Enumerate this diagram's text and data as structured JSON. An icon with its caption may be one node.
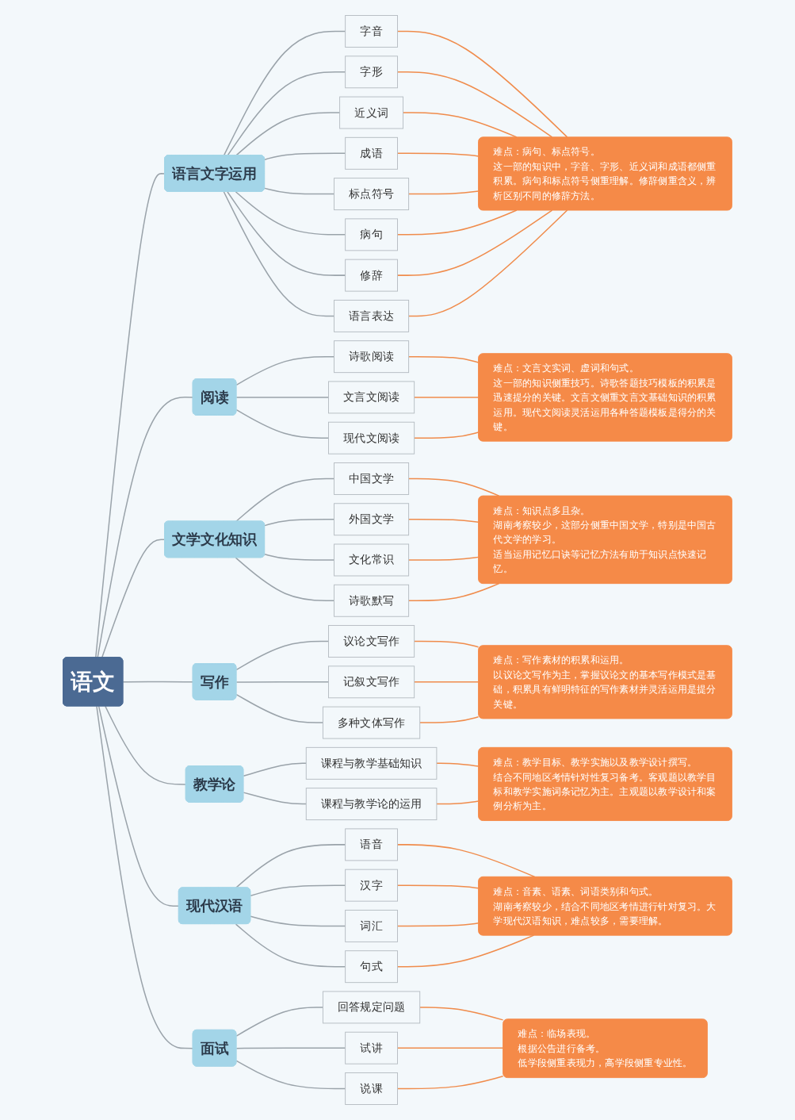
{
  "diagram": {
    "nodes": [
      {
        "text": [
          "语文"
        ]
      },
      {
        "text": [
          "语言文字运用"
        ]
      },
      {
        "text": [
          "字音"
        ]
      },
      {
        "text": [
          "字形"
        ]
      },
      {
        "text": [
          "近义词"
        ]
      },
      {
        "text": [
          "成语"
        ]
      },
      {
        "text": [
          "标点符号"
        ]
      },
      {
        "text": [
          "病句"
        ]
      },
      {
        "text": [
          "修辞"
        ]
      },
      {
        "text": [
          "语言表达"
        ]
      },
      {
        "text": [
          "难点：病句、标点符号。",
          "这一部的知识中，字音、字形、近义词和成语都侧重积累。病句和标点符号侧重理解。修辞侧重含义，辨析区别不同的修辞方法。"
        ]
      },
      {
        "text": [
          "阅读"
        ]
      },
      {
        "text": [
          "诗歌阅读"
        ]
      },
      {
        "text": [
          "文言文阅读"
        ]
      },
      {
        "text": [
          "现代文阅读"
        ]
      },
      {
        "text": [
          "难点：文言文实词、虚词和句式。",
          "这一部的知识侧重技巧。诗歌答题技巧模板的积累是迅速提分的关键。文言文侧重文言文基础知识的积累运用。现代文阅读灵活运用各种答题模板是得分的关键。"
        ]
      },
      {
        "text": [
          "文学文化知识"
        ]
      },
      {
        "text": [
          "中国文学"
        ]
      },
      {
        "text": [
          "外国文学"
        ]
      },
      {
        "text": [
          "文化常识"
        ]
      },
      {
        "text": [
          "诗歌默写"
        ]
      },
      {
        "text": [
          "难点：知识点多且杂。",
          "湖南考察较少，这部分侧重中国文学，特别是中国古代文学的学习。",
          "适当运用记忆口诀等记忆方法有助于知识点快速记忆。"
        ]
      },
      {
        "text": [
          "写作"
        ]
      },
      {
        "text": [
          "议论文写作"
        ]
      },
      {
        "text": [
          "记叙文写作"
        ]
      },
      {
        "text": [
          "多种文体写作"
        ]
      },
      {
        "text": [
          "难点：写作素材的积累和运用。",
          "以议论文写作为主，掌握议论文的基本写作模式是基础，积累具有鲜明特征的写作素材并灵活运用是提分关键。"
        ]
      },
      {
        "text": [
          "教学论"
        ]
      },
      {
        "text": [
          "课程与教学基础知识"
        ]
      },
      {
        "text": [
          "课程与教学论的运用"
        ]
      },
      {
        "text": [
          "难点：教学目标、教学实施以及教学设计撰写。",
          "结合不同地区考情针对性复习备考。客观题以教学目标和教学实施词条记忆为主。主观题以教学设计和案例分析为主。"
        ]
      },
      {
        "text": [
          "现代汉语"
        ]
      },
      {
        "text": [
          "语音"
        ]
      },
      {
        "text": [
          "汉字"
        ]
      },
      {
        "text": [
          "词汇"
        ]
      },
      {
        "text": [
          "句式"
        ]
      },
      {
        "text": [
          "难点：音素、语素、词语类别和句式。",
          "湖南考察较少，结合不同地区考情进行针对复习。大学现代汉语知识，难点较多，需要理解。"
        ]
      },
      {
        "text": [
          "面试"
        ]
      },
      {
        "text": [
          "回答规定问题"
        ]
      },
      {
        "text": [
          "试讲"
        ]
      },
      {
        "text": [
          "说课"
        ]
      },
      {
        "text": [
          "难点：临场表现。",
          "根据公告进行备考。",
          "低学段侧重表现力，高学段侧重专业性。"
        ]
      }
    ],
    "edges": [
      {
        "from": 0,
        "to": 1,
        "arrow": "none"
      },
      {
        "from": 1,
        "to": 2,
        "arrow": "none"
      },
      {
        "from": 1,
        "to": 3,
        "arrow": "none"
      },
      {
        "from": 1,
        "to": 4,
        "arrow": "none"
      },
      {
        "from": 1,
        "to": 5,
        "arrow": "none"
      },
      {
        "from": 1,
        "to": 6,
        "arrow": "none"
      },
      {
        "from": 1,
        "to": 7,
        "arrow": "none"
      },
      {
        "from": 1,
        "to": 8,
        "arrow": "none"
      },
      {
        "from": 1,
        "to": 9,
        "arrow": "none"
      },
      {
        "from": 2,
        "to": 10,
        "arrow": "none",
        "color": "#f08c4c"
      },
      {
        "from": 3,
        "to": 10,
        "arrow": "none",
        "color": "#f08c4c"
      },
      {
        "from": 4,
        "to": 10,
        "arrow": "none",
        "color": "#f08c4c"
      },
      {
        "from": 5,
        "to": 10,
        "arrow": "none",
        "color": "#f08c4c"
      },
      {
        "from": 6,
        "to": 10,
        "arrow": "none",
        "color": "#f08c4c"
      },
      {
        "from": 7,
        "to": 10,
        "arrow": "none",
        "color": "#f08c4c"
      },
      {
        "from": 8,
        "to": 10,
        "arrow": "none",
        "color": "#f08c4c"
      },
      {
        "from": 9,
        "to": 10,
        "arrow": "none",
        "color": "#f08c4c"
      },
      {
        "from": 0,
        "to": 11,
        "arrow": "none"
      },
      {
        "from": 11,
        "to": 12,
        "arrow": "none"
      },
      {
        "from": 11,
        "to": 13,
        "arrow": "none"
      },
      {
        "from": 11,
        "to": 14,
        "arrow": "none"
      },
      {
        "from": 12,
        "to": 15,
        "arrow": "none",
        "color": "#f08c4c"
      },
      {
        "from": 13,
        "to": 15,
        "arrow": "none",
        "color": "#f08c4c"
      },
      {
        "from": 14,
        "to": 15,
        "arrow": "none",
        "color": "#f08c4c"
      },
      {
        "from": 0,
        "to": 16,
        "arrow": "none"
      },
      {
        "from": 16,
        "to": 17,
        "arrow": "none"
      },
      {
        "from": 16,
        "to": 18,
        "arrow": "none"
      },
      {
        "from": 16,
        "to": 19,
        "arrow": "none"
      },
      {
        "from": 16,
        "to": 20,
        "arrow": "none"
      },
      {
        "from": 17,
        "to": 21,
        "arrow": "none",
        "color": "#f08c4c"
      },
      {
        "from": 18,
        "to": 21,
        "arrow": "none",
        "color": "#f08c4c"
      },
      {
        "from": 19,
        "to": 21,
        "arrow": "none",
        "color": "#f08c4c"
      },
      {
        "from": 20,
        "to": 21,
        "arrow": "none",
        "color": "#f08c4c"
      },
      {
        "from": 0,
        "to": 22,
        "arrow": "none"
      },
      {
        "from": 22,
        "to": 23,
        "arrow": "none"
      },
      {
        "from": 22,
        "to": 24,
        "arrow": "none"
      },
      {
        "from": 22,
        "to": 25,
        "arrow": "none"
      },
      {
        "from": 23,
        "to": 26,
        "arrow": "none",
        "color": "#f08c4c"
      },
      {
        "from": 24,
        "to": 26,
        "arrow": "none",
        "color": "#f08c4c"
      },
      {
        "from": 25,
        "to": 26,
        "arrow": "none",
        "color": "#f08c4c"
      },
      {
        "from": 0,
        "to": 27,
        "arrow": "none"
      },
      {
        "from": 27,
        "to": 28,
        "arrow": "none"
      },
      {
        "from": 27,
        "to": 29,
        "arrow": "none"
      },
      {
        "from": 28,
        "to": 30,
        "arrow": "none",
        "color": "#f08c4c"
      },
      {
        "from": 29,
        "to": 30,
        "arrow": "none",
        "color": "#f08c4c"
      },
      {
        "from": 0,
        "to": 31,
        "arrow": "none"
      },
      {
        "from": 31,
        "to": 32,
        "arrow": "none"
      },
      {
        "from": 31,
        "to": 33,
        "arrow": "none"
      },
      {
        "from": 31,
        "to": 34,
        "arrow": "none"
      },
      {
        "from": 31,
        "to": 35,
        "arrow": "none"
      },
      {
        "from": 32,
        "to": 36,
        "arrow": "none",
        "color": "#f08c4c"
      },
      {
        "from": 33,
        "to": 36,
        "arrow": "none",
        "color": "#f08c4c"
      },
      {
        "from": 34,
        "to": 36,
        "arrow": "none",
        "color": "#f08c4c"
      },
      {
        "from": 35,
        "to": 36,
        "arrow": "none",
        "color": "#f08c4c"
      },
      {
        "from": 0,
        "to": 37,
        "arrow": "none"
      },
      {
        "from": 37,
        "to": 38,
        "arrow": "none"
      },
      {
        "from": 37,
        "to": 39,
        "arrow": "none"
      },
      {
        "from": 37,
        "to": 40,
        "arrow": "none"
      },
      {
        "from": 38,
        "to": 41,
        "arrow": "none",
        "color": "#f08c4c"
      },
      {
        "from": 39,
        "to": 41,
        "arrow": "none",
        "color": "#f08c4c"
      },
      {
        "from": 40,
        "to": 41,
        "arrow": "none",
        "color": "#f08c4c"
      }
    ]
  }
}
